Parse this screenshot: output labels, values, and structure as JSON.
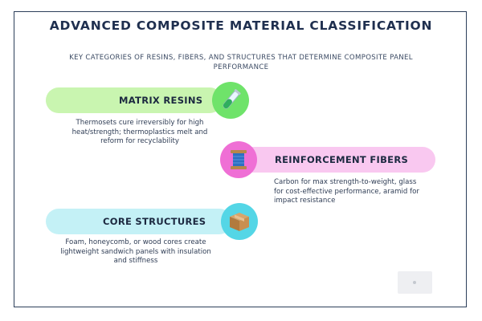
{
  "title": "ADVANCED COMPOSITE MATERIAL CLASSIFICATION",
  "subtitle": "KEY CATEGORIES OF RESINS, FIBERS, AND STRUCTURES THAT DETERMINE COMPOSITE PANEL PERFORMANCE",
  "items": [
    {
      "label": "MATRIX RESINS",
      "icon": "test-tube-icon",
      "color": "#c9f5b0",
      "icon_color": "#6fe36a",
      "description": "Thermosets cure irreversibly for high heat/strength; thermoplastics melt and reform for recyclability"
    },
    {
      "label": "REINFORCEMENT FIBERS",
      "icon": "thread-spool-icon",
      "color": "#f9c8f0",
      "icon_color": "#ef6fd5",
      "description": "Carbon for max strength-to-weight, glass for cost-effective performance, aramid for impact resistance"
    },
    {
      "label": "CORE STRUCTURES",
      "icon": "package-box-icon",
      "color": "#c4f1f6",
      "icon_color": "#54d6e6",
      "description": "Foam, honeycomb, or wood cores create lightweight sandwich panels with insulation and stiffness"
    }
  ]
}
